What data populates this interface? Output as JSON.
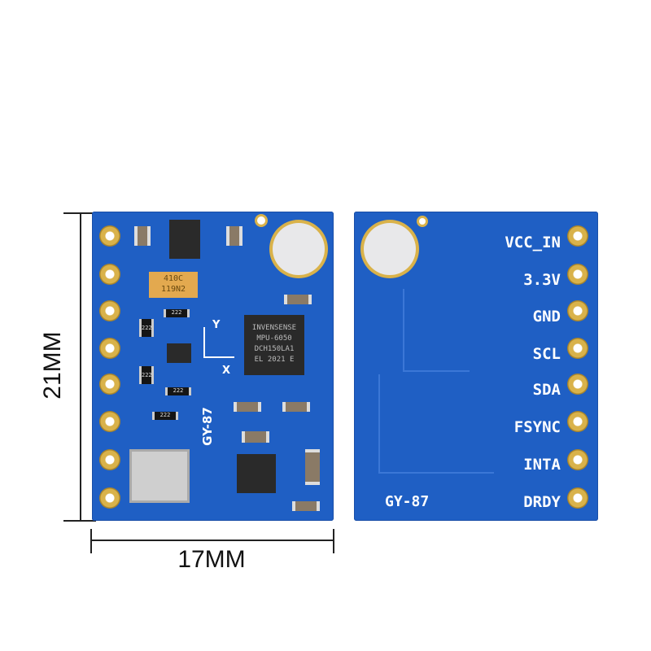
{
  "dimensions": {
    "height_label": "21MM",
    "width_label": "17MM"
  },
  "front": {
    "board_name": "GY-87",
    "mpu_chip": [
      "INVENSENSE",
      "MPU-6050",
      "DCH150LA1",
      "EL 2021 E"
    ],
    "tantalum_cap": [
      "410C",
      "119N2"
    ],
    "axis_x": "X",
    "axis_y": "Y",
    "resistor_label": "222"
  },
  "back": {
    "board_name": "GY-87",
    "pins": [
      "VCC_IN",
      "3.3V",
      "GND",
      "SCL",
      "SDA",
      "FSYNC",
      "INTA",
      "DRDY"
    ]
  },
  "colors": {
    "pcb": "#1f5fc4",
    "gold": "#d9b24a"
  }
}
